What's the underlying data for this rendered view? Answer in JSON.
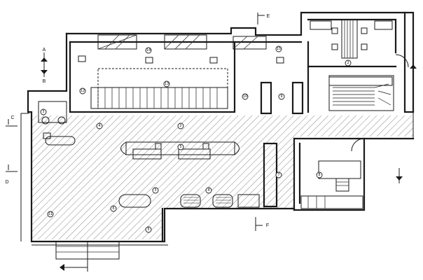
{
  "room_numbers": {
    "r2": "2",
    "r3": "3",
    "r4": "4",
    "r5": "5",
    "r6": "6",
    "r7": "7",
    "r8": "8",
    "r9": "9",
    "r10": "10",
    "r11": "11",
    "r12": "12",
    "r13": "13",
    "r14": "14",
    "r15": "15"
  },
  "section_marks": {
    "a": "A",
    "b": "B",
    "c": "C",
    "d": "D",
    "e": "E",
    "f": "F"
  },
  "colors": {
    "ink": "#1a1a1a",
    "paper": "#ffffff"
  }
}
